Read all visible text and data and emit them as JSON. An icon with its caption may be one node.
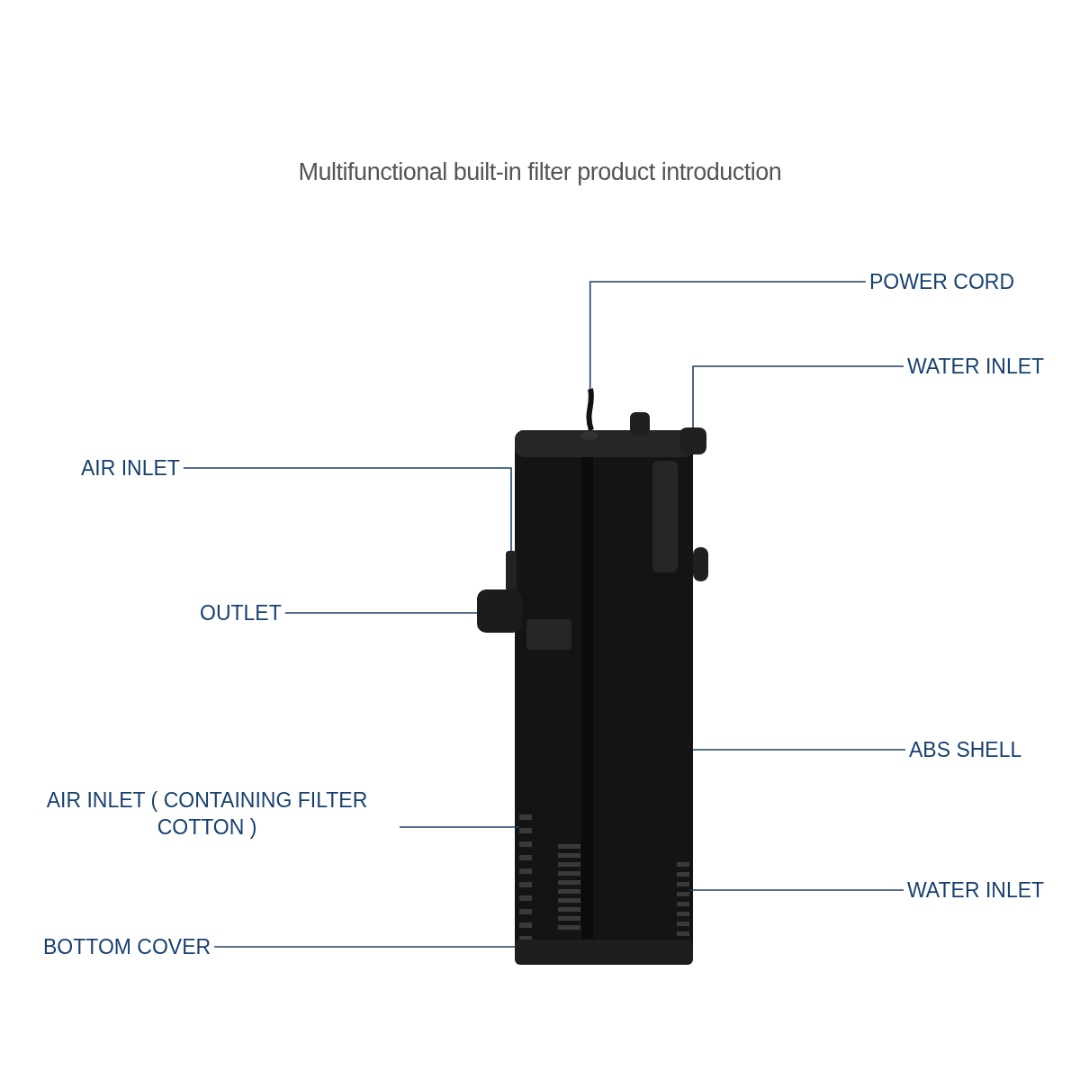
{
  "diagram": {
    "title": "Multifunctional built-in filter product introduction",
    "nodes": [
      {
        "text": [
          "POWER CORD"
        ]
      },
      {
        "text": [
          "WATER INLET"
        ]
      },
      {
        "text": [
          "AIR INLET"
        ]
      },
      {
        "text": [
          "OUTLET"
        ]
      },
      {
        "text": [
          "ABS SHELL"
        ]
      },
      {
        "text": [
          "AIR INLET ( CONTAINING FILTER COTTON )"
        ]
      },
      {
        "text": [
          "WATER INLET"
        ]
      },
      {
        "text": [
          "BOTTOM COVER"
        ]
      },
      {
        "text": [],
        "shape": "picture"
      },
      {
        "text": [],
        "shape": "box"
      },
      {
        "text": [],
        "shape": "box"
      },
      {
        "text": [],
        "shape": "box"
      },
      {
        "text": [],
        "shape": "box"
      },
      {
        "text": [],
        "shape": "picture",
        "in": 12
      },
      {
        "text": [],
        "shape": "picture",
        "in": 12
      },
      {
        "text": [],
        "shape": "box",
        "in": 12
      }
    ],
    "edges": [
      {
        "from": 0,
        "to": 8,
        "arrow": "none"
      },
      {
        "from": 1,
        "to": 9,
        "arrow": "none"
      },
      {
        "from": 2,
        "to": 10,
        "arrow": "none"
      },
      {
        "from": 3,
        "to": 11,
        "arrow": "none"
      },
      {
        "from": 4,
        "to": 12,
        "arrow": "none"
      },
      {
        "from": 5,
        "to": 13,
        "arrow": "none"
      },
      {
        "from": 6,
        "to": 14,
        "arrow": "none"
      },
      {
        "from": 7,
        "to": 15,
        "arrow": "none"
      }
    ]
  }
}
